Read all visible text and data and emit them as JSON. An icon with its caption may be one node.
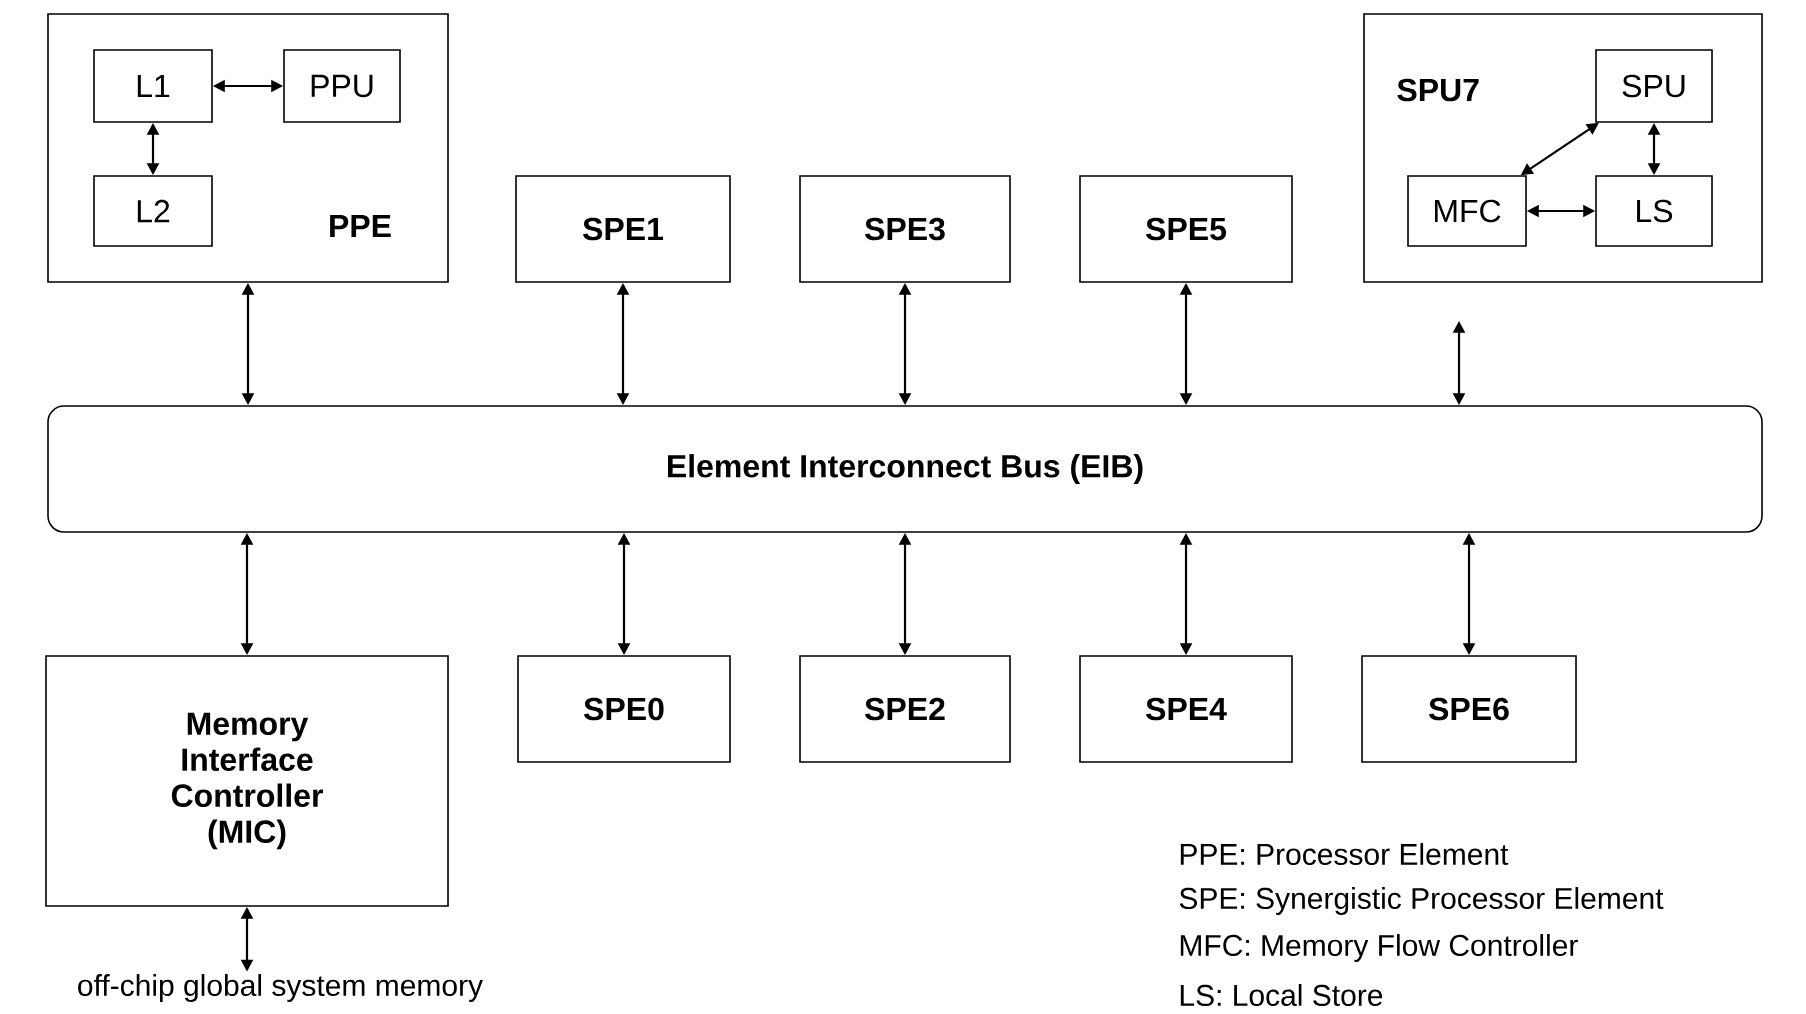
{
  "diagram": {
    "nodes": [
      {
        "text": [
          "PPE"
        ]
      },
      {
        "text": [
          "L1"
        ],
        "in": 0
      },
      {
        "text": [
          "PPU"
        ],
        "in": 0
      },
      {
        "text": [
          "L2"
        ],
        "in": 0
      },
      {
        "text": [
          "SPE1"
        ]
      },
      {
        "text": [
          "SPE3"
        ]
      },
      {
        "text": [
          "SPE5"
        ]
      },
      {
        "text": [
          "SPU7"
        ]
      },
      {
        "text": [
          "SPU"
        ],
        "in": 7
      },
      {
        "text": [
          "MFC"
        ],
        "in": 7
      },
      {
        "text": [
          "LS"
        ],
        "in": 7
      },
      {
        "text": [
          "Element Interconnect Bus (EIB)"
        ]
      },
      {
        "text": [
          "Memory Interface Controller (MIC)"
        ]
      },
      {
        "text": [
          "SPE0"
        ]
      },
      {
        "text": [
          "SPE2"
        ]
      },
      {
        "text": [
          "SPE4"
        ]
      },
      {
        "text": [
          "SPE6"
        ]
      },
      {
        "text": [
          "off-chip global system memory"
        ]
      }
    ],
    "edges": [
      {
        "from": 1,
        "to": 2,
        "arrow": "both"
      },
      {
        "from": 1,
        "to": 3,
        "arrow": "both"
      },
      {
        "from": 9,
        "to": 8,
        "arrow": "both"
      },
      {
        "from": 8,
        "to": 10,
        "arrow": "both"
      },
      {
        "from": 9,
        "to": 10,
        "arrow": "both"
      },
      {
        "from": 0,
        "to": 11,
        "arrow": "both"
      },
      {
        "from": 4,
        "to": 11,
        "arrow": "both"
      },
      {
        "from": 5,
        "to": 11,
        "arrow": "both"
      },
      {
        "from": 6,
        "to": 11,
        "arrow": "both"
      },
      {
        "from": 7,
        "to": 11,
        "arrow": "both"
      },
      {
        "from": 11,
        "to": 12,
        "arrow": "both"
      },
      {
        "from": 11,
        "to": 13,
        "arrow": "both"
      },
      {
        "from": 11,
        "to": 14,
        "arrow": "both"
      },
      {
        "from": 11,
        "to": 15,
        "arrow": "both"
      },
      {
        "from": 11,
        "to": 16,
        "arrow": "both"
      },
      {
        "from": 12,
        "to": 17,
        "arrow": "both"
      }
    ],
    "labels": [
      "PPE: Processor Element",
      "SPE: Synergistic Processor Element",
      "MFC: Memory Flow Controller",
      "LS: Local Store"
    ]
  }
}
